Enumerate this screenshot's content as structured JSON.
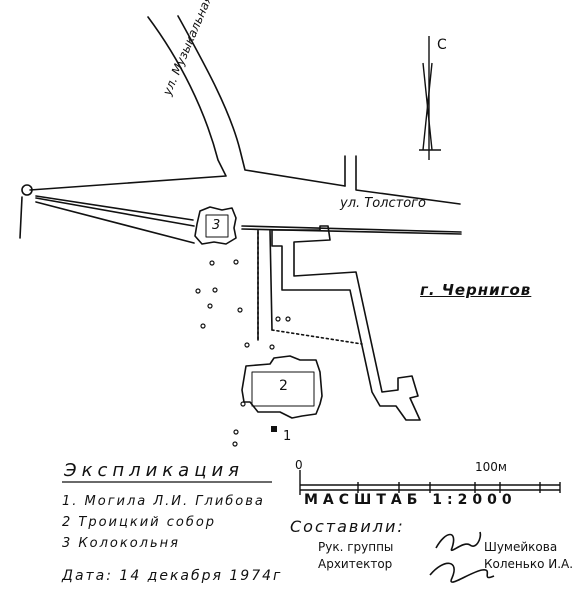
{
  "streets": {
    "muzykalnaya": "ул. Музыкальная",
    "tolstogo": "ул. Толстого"
  },
  "north_arrow": {
    "label": "С"
  },
  "city_label": "г. Чернигов",
  "buildings": [
    {
      "number": "1"
    },
    {
      "number": "2"
    },
    {
      "number": "3"
    }
  ],
  "legend": {
    "title": "Экспликация",
    "items": [
      "1. Могила Л.И. Глибова",
      "2 Троицкий собор",
      "3 Колокольня"
    ]
  },
  "scale": {
    "start": "0",
    "end": "100м",
    "label": "МАСШТАБ 1:2000"
  },
  "compiled": {
    "title": "Составили:",
    "roles": [
      {
        "role": "Рук. группы",
        "name": "Шумейкова"
      },
      {
        "role": "Архитектор",
        "name": "Коленько И.А."
      }
    ]
  },
  "date": "Дата: 14 декабря 1974г",
  "colors": {
    "ink": "#111111",
    "paper": "#ffffff"
  }
}
